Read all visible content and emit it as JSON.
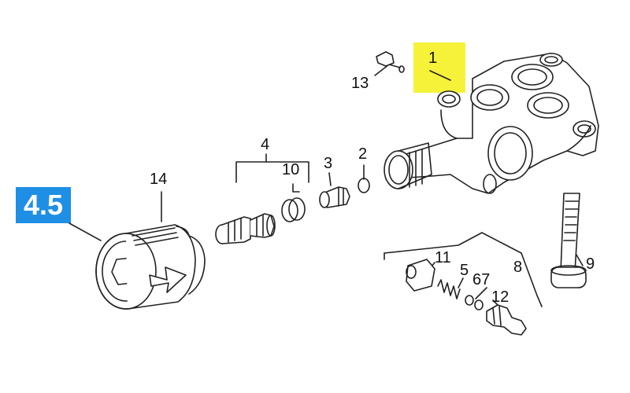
{
  "diagram": {
    "group_badge": "4.5",
    "highlight_color": "#f6f23a",
    "badge_color": "#1f8fe6",
    "callouts": {
      "c1": "1",
      "c2": "2",
      "c3": "3",
      "c4": "4",
      "c5": "5",
      "c67": "67",
      "c8": "8",
      "c9": "9",
      "c10": "10",
      "c11": "11",
      "c12": "12",
      "c13": "13",
      "c14": "14"
    }
  }
}
